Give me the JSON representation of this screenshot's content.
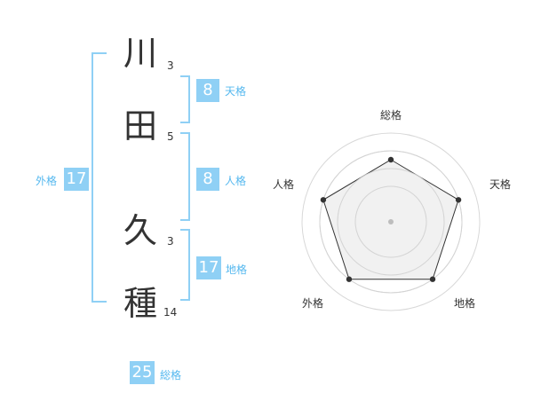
{
  "name": {
    "chars": [
      {
        "char": "川",
        "strokes": "3"
      },
      {
        "char": "田",
        "strokes": "5"
      },
      {
        "char": "久",
        "strokes": "3"
      },
      {
        "char": "種",
        "strokes": "14"
      }
    ]
  },
  "kaku": {
    "tenkaku": {
      "label": "天格",
      "value": "8"
    },
    "jinkaku": {
      "label": "人格",
      "value": "8"
    },
    "chikaku": {
      "label": "地格",
      "value": "17"
    },
    "gaikaku": {
      "label": "外格",
      "value": "17"
    },
    "soukaku": {
      "label": "総格",
      "value": "25"
    }
  },
  "colors": {
    "accent": "#8fd0f5",
    "accent_text": "#55b8ef",
    "bracket": "#8fd0f5",
    "radar_fill": "#efefef",
    "radar_stroke": "#333333"
  },
  "chart_data": {
    "type": "radar",
    "axes": [
      "総格",
      "天格",
      "地格",
      "外格",
      "人格"
    ],
    "values": [
      0.7,
      0.8,
      0.8,
      0.8,
      0.8
    ],
    "rings": 4,
    "grid": true
  }
}
